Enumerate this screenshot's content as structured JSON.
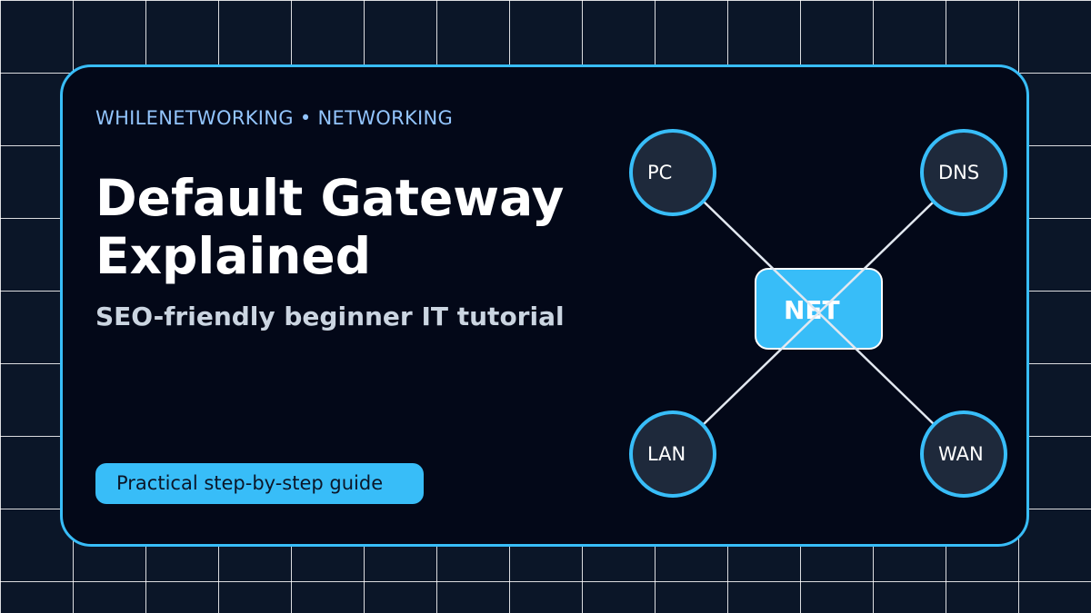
{
  "header": {
    "eyebrow": "WHILENETWORKING • NETWORKING",
    "title_line1": "Default Gateway",
    "title_line2": "Explained",
    "subtitle": "SEO-friendly beginner IT tutorial"
  },
  "badge": {
    "label": "Practical step-by-step guide"
  },
  "diagram": {
    "hub_label": "NET",
    "nodes": {
      "pc": "PC",
      "dns": "DNS",
      "lan": "LAN",
      "wan": "WAN"
    }
  },
  "colors": {
    "background": "#0b1628",
    "card": "#030818",
    "accent": "#38bdf8",
    "eyebrow": "#93c5fd",
    "subtitle": "#cbd5e1",
    "node_fill": "#1e293b"
  }
}
